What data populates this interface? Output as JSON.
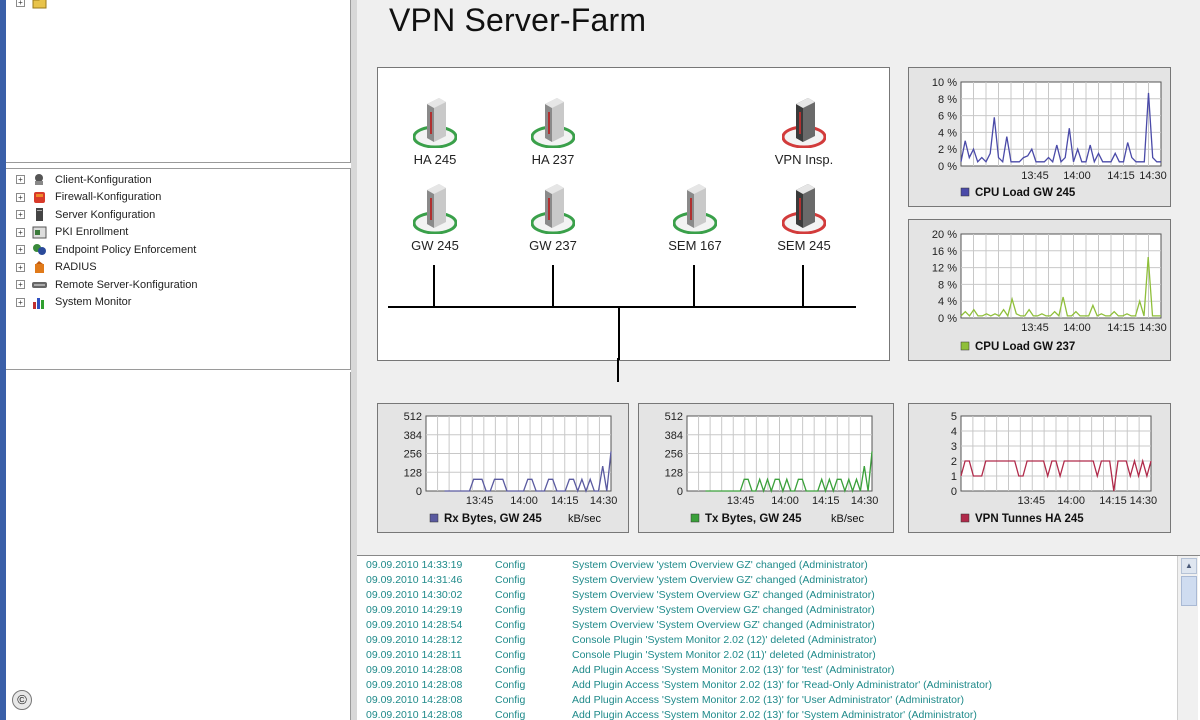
{
  "page_title": "VPN Server-Farm",
  "colors": {
    "online": "#3aa04a",
    "offline": "#d23b3b",
    "cpu_gw245": "#4a4aa8",
    "cpu_gw237": "#8fbf3a",
    "rx": "#5a5aa0",
    "tx": "#3aa03a",
    "tunnels": "#b02a4a",
    "log_text": "#1f8a8a"
  },
  "tree": {
    "items": [
      {
        "label": "Client-Konfiguration",
        "icon": "client-config-icon"
      },
      {
        "label": "Firewall-Konfiguration",
        "icon": "firewall-icon"
      },
      {
        "label": "Server Konfiguration",
        "icon": "server-config-icon"
      },
      {
        "label": "PKI Enrollment",
        "icon": "pki-icon"
      },
      {
        "label": "Endpoint Policy Enforcement",
        "icon": "endpoint-policy-icon"
      },
      {
        "label": "RADIUS",
        "icon": "radius-icon"
      },
      {
        "label": "Remote Server-Konfiguration",
        "icon": "remote-server-icon"
      },
      {
        "label": "System Monitor",
        "icon": "system-monitor-icon"
      }
    ]
  },
  "servers": [
    {
      "name": "HA 245",
      "status": "online"
    },
    {
      "name": "HA 237",
      "status": "online"
    },
    {
      "name": "VPN Insp.",
      "status": "offline"
    },
    {
      "name": "GW 245",
      "status": "online"
    },
    {
      "name": "GW 237",
      "status": "online"
    },
    {
      "name": "SEM 167",
      "status": "online"
    },
    {
      "name": "SEM 245",
      "status": "offline"
    }
  ],
  "chart_data": [
    {
      "type": "line",
      "id": "cpu_gw245",
      "legend": "CPU Load GW 245",
      "unit_suffix": "",
      "yticks": [
        "10 %",
        "8 %",
        "6 %",
        "4 %",
        "2 %",
        "0 %"
      ],
      "ylim": [
        0,
        10
      ],
      "xticks": [
        "13:45",
        "14:00",
        "14:15",
        "14:30"
      ],
      "values": [
        0.5,
        3,
        1,
        2,
        0.5,
        1,
        0.5,
        1.5,
        5.8,
        1,
        0.5,
        3.5,
        0.5,
        0.5,
        0.5,
        1,
        1.2,
        2,
        0.5,
        0.5,
        0.5,
        1,
        0.5,
        2.5,
        0.5,
        1,
        4.5,
        0.5,
        2,
        0.5,
        0.5,
        2.5,
        0.5,
        1.5,
        0.5,
        0.5,
        0.5,
        1.5,
        0.5,
        0.5,
        2.8,
        1,
        0.5,
        0.5,
        0.5,
        8.7,
        1,
        0.5,
        0.5
      ]
    },
    {
      "type": "line",
      "id": "cpu_gw237",
      "legend": "CPU Load GW 237",
      "yticks": [
        "20 %",
        "16 %",
        "12 %",
        "8 %",
        "4 %",
        "0 %"
      ],
      "ylim": [
        0,
        20
      ],
      "xticks": [
        "13:45",
        "14:00",
        "14:15",
        "14:30"
      ],
      "values": [
        0.5,
        1.5,
        0.5,
        2,
        0.5,
        0.5,
        1,
        0.5,
        1,
        0.5,
        2,
        0.5,
        4.5,
        1,
        0.5,
        0.5,
        2,
        0.5,
        0.5,
        1,
        0.5,
        0.5,
        1.5,
        0.5,
        5,
        0.5,
        0.5,
        1.5,
        0.5,
        0.5,
        0.5,
        3,
        0.5,
        1,
        0.5,
        0.5,
        1.5,
        0.5,
        0.5,
        1,
        0.5,
        0.5,
        4,
        0.5,
        14.5,
        0.5,
        0.5,
        0.5
      ]
    },
    {
      "type": "line",
      "id": "rx",
      "legend": "Rx Bytes, GW 245",
      "unit": "kB/sec",
      "yticks": [
        "512",
        "384",
        "256",
        "128",
        "0"
      ],
      "ylim": [
        0,
        512
      ],
      "xticks": [
        "13:45",
        "14:00",
        "14:15",
        "14:30"
      ],
      "values": [
        0,
        0,
        0,
        0,
        0,
        0,
        0,
        80,
        80,
        80,
        0,
        0,
        80,
        80,
        80,
        0,
        0,
        0,
        0,
        0,
        80,
        80,
        0,
        0,
        0,
        80,
        80,
        0,
        0,
        0,
        80,
        80,
        0,
        80,
        0,
        80,
        0,
        0,
        170,
        0,
        270
      ]
    },
    {
      "type": "line",
      "id": "tx",
      "legend": "Tx Bytes, GW 245",
      "unit": "kB/sec",
      "yticks": [
        "512",
        "384",
        "256",
        "128",
        "0"
      ],
      "ylim": [
        0,
        512
      ],
      "xticks": [
        "13:45",
        "14:00",
        "14:15",
        "14:30"
      ],
      "values": [
        0,
        0,
        0,
        0,
        0,
        0,
        0,
        0,
        0,
        0,
        80,
        80,
        0,
        0,
        80,
        0,
        80,
        0,
        80,
        80,
        0,
        80,
        0,
        0,
        80,
        80,
        0,
        0,
        0,
        0,
        80,
        0,
        80,
        0,
        80,
        80,
        0,
        80,
        0,
        80,
        0,
        170,
        0,
        270
      ]
    },
    {
      "type": "line",
      "id": "tunnels",
      "legend": "VPN Tunnes HA 245",
      "yticks": [
        "5",
        "4",
        "3",
        "2",
        "1",
        "0"
      ],
      "ylim": [
        0,
        5
      ],
      "xticks": [
        "13:45",
        "14:00",
        "14:15",
        "14:30"
      ],
      "values": [
        1,
        2,
        2,
        1,
        1,
        1,
        2,
        2,
        2,
        2,
        2,
        2,
        2,
        2,
        1,
        1,
        2,
        2,
        2,
        2,
        2,
        1,
        2,
        2,
        1,
        2,
        2,
        2,
        2,
        2,
        2,
        2,
        2,
        1,
        2,
        2,
        2,
        0,
        2,
        2,
        2,
        1,
        2,
        1,
        2,
        1,
        2
      ]
    }
  ],
  "log": [
    {
      "ts": "09.09.2010 14:33:19",
      "cat": "Config",
      "msg": "System Overview 'ystem Overview GZ' changed (Administrator)"
    },
    {
      "ts": "09.09.2010 14:31:46",
      "cat": "Config",
      "msg": "System Overview 'ystem Overview GZ' changed (Administrator)"
    },
    {
      "ts": "09.09.2010 14:30:02",
      "cat": "Config",
      "msg": "System Overview 'System Overview GZ' changed (Administrator)"
    },
    {
      "ts": "09.09.2010 14:29:19",
      "cat": "Config",
      "msg": "System Overview 'System Overview GZ' changed (Administrator)"
    },
    {
      "ts": "09.09.2010 14:28:54",
      "cat": "Config",
      "msg": "System Overview 'System Overview GZ' changed (Administrator)"
    },
    {
      "ts": "09.09.2010 14:28:12",
      "cat": "Config",
      "msg": "Console Plugin 'System Monitor 2.02 (12)' deleted (Administrator)"
    },
    {
      "ts": "09.09.2010 14:28:11",
      "cat": "Config",
      "msg": "Console Plugin 'System Monitor 2.02 (11)' deleted (Administrator)"
    },
    {
      "ts": "09.09.2010 14:28:08",
      "cat": "Config",
      "msg": "Add Plugin Access 'System Monitor 2.02 (13)' for 'test' (Administrator)"
    },
    {
      "ts": "09.09.2010 14:28:08",
      "cat": "Config",
      "msg": "Add Plugin Access 'System Monitor 2.02 (13)' for 'Read-Only Administrator' (Administrator)"
    },
    {
      "ts": "09.09.2010 14:28:08",
      "cat": "Config",
      "msg": "Add Plugin Access 'System Monitor 2.02 (13)' for 'User Administrator' (Administrator)"
    },
    {
      "ts": "09.09.2010 14:28:08",
      "cat": "Config",
      "msg": "Add Plugin Access 'System Monitor 2.02 (13)' for 'System Administrator' (Administrator)"
    }
  ],
  "copyright_symbol": "©"
}
